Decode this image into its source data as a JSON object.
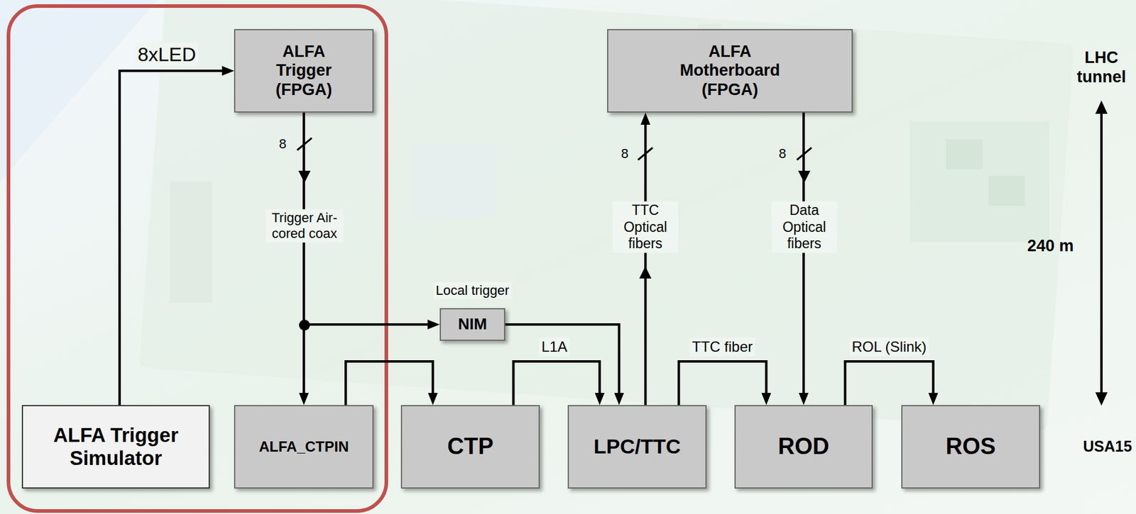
{
  "diagram": {
    "nodes": [
      {
        "text": [
          "ALFA Trigger (FPGA)"
        ]
      },
      {
        "text": [
          "ALFA Motherboard (FPGA)"
        ]
      },
      {
        "text": [
          "ALFA Trigger Simulator"
        ]
      },
      {
        "text": [
          "ALFA_CTPIN"
        ]
      },
      {
        "text": [
          "CTP"
        ]
      },
      {
        "text": [
          "LPC/TTC"
        ]
      },
      {
        "text": [
          "ROD"
        ]
      },
      {
        "text": [
          "ROS"
        ]
      },
      {
        "text": [
          "NIM"
        ]
      }
    ],
    "edges": [
      {
        "from": 2,
        "to": 0,
        "arrow": "to",
        "label": "8xLED"
      },
      {
        "from": 0,
        "to": 3,
        "arrow": "to",
        "label": "Trigger Air-cored coax"
      },
      {
        "from": 0,
        "to": 8,
        "arrow": "to",
        "label": "Local trigger"
      },
      {
        "from": 3,
        "to": 4,
        "arrow": "to"
      },
      {
        "from": 4,
        "to": 5,
        "arrow": "to",
        "label": "L1A"
      },
      {
        "from": 8,
        "to": 5,
        "arrow": "to"
      },
      {
        "from": 5,
        "to": 1,
        "arrow": "to",
        "label": "TTC Optical fibers"
      },
      {
        "from": 1,
        "to": 6,
        "arrow": "to",
        "label": "Data Optical fibers"
      },
      {
        "from": 5,
        "to": 6,
        "arrow": "to",
        "label": "TTC fiber"
      },
      {
        "from": 6,
        "to": 7,
        "arrow": "to",
        "label": "ROL (Slink)"
      }
    ],
    "labels": [
      "8",
      "8",
      "8",
      "LHC tunnel",
      "240 m",
      "USA15"
    ]
  }
}
